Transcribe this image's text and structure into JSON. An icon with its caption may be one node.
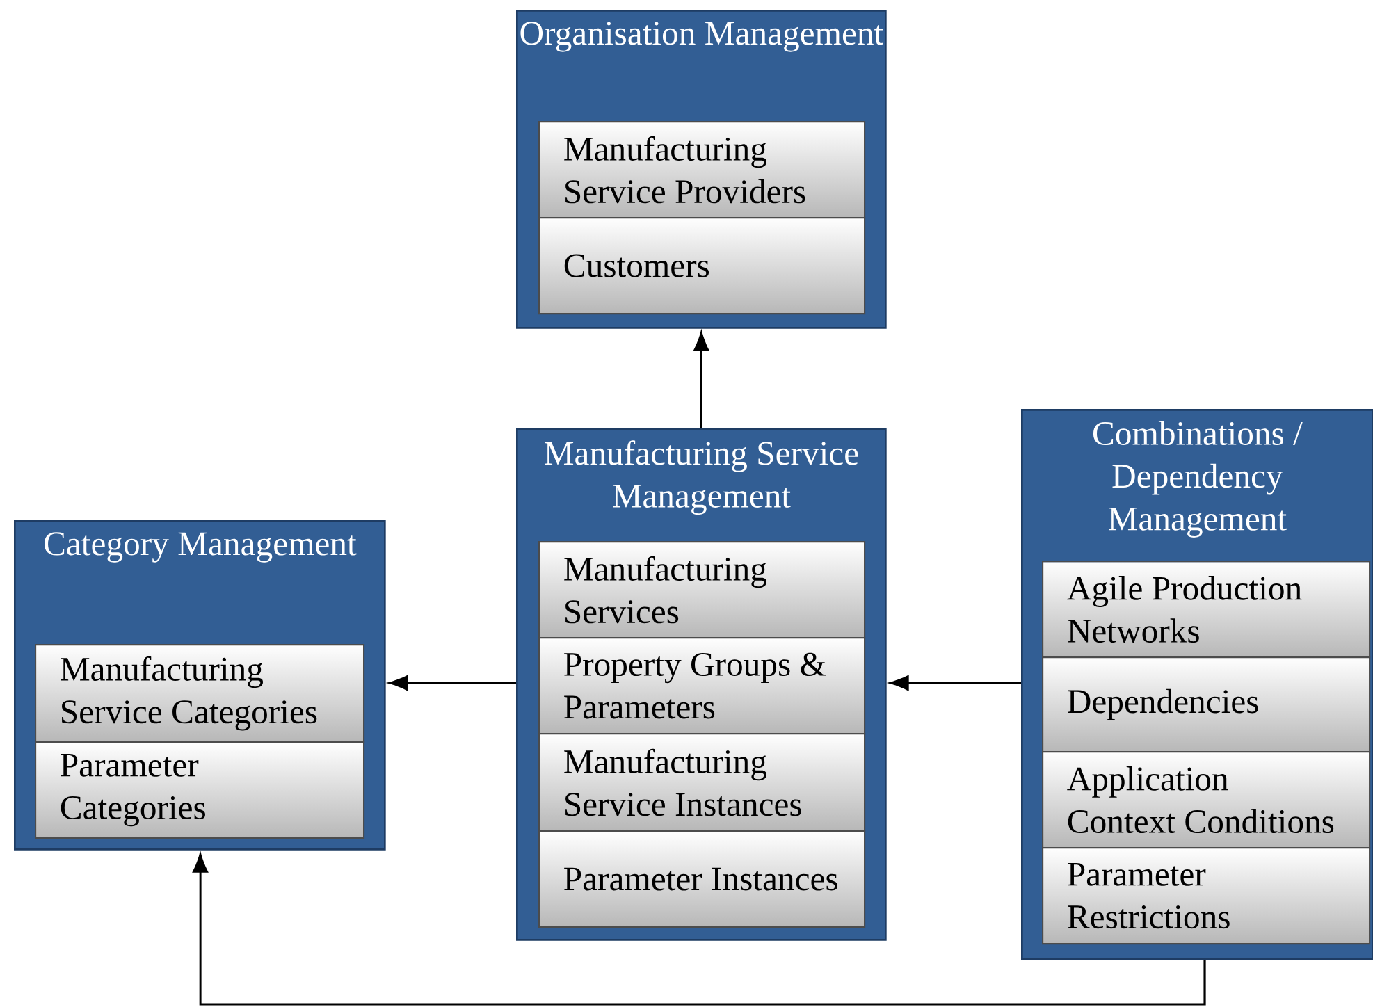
{
  "diagram": {
    "nodes": [
      {
        "text": [
          "Organisation Management"
        ]
      },
      {
        "text": [
          "Manufacturing Service Providers"
        ],
        "in": 0
      },
      {
        "text": [
          "Customers"
        ],
        "in": 0
      },
      {
        "text": [
          "Manufacturing Service Management"
        ]
      },
      {
        "text": [
          "Manufacturing Services"
        ],
        "in": 3
      },
      {
        "text": [
          "Property Groups & Parameters"
        ],
        "in": 3
      },
      {
        "text": [
          "Manufacturing Service Instances"
        ],
        "in": 3
      },
      {
        "text": [
          "Parameter Instances"
        ],
        "in": 3
      },
      {
        "text": [
          "Combinations / Dependency Management"
        ]
      },
      {
        "text": [
          "Agile Production Networks"
        ],
        "in": 8
      },
      {
        "text": [
          "Dependencies"
        ],
        "in": 8
      },
      {
        "text": [
          "Application Context Conditions"
        ],
        "in": 8
      },
      {
        "text": [
          "Parameter Restrictions"
        ],
        "in": 8
      },
      {
        "text": [
          "Category Management"
        ]
      },
      {
        "text": [
          "Manufacturing Service Categories"
        ],
        "in": 13
      },
      {
        "text": [
          "Parameter Categories"
        ],
        "in": 13
      }
    ],
    "edges": [
      {
        "from": 3,
        "to": 0,
        "arrow": "to"
      },
      {
        "from": 3,
        "to": 13,
        "arrow": "to"
      },
      {
        "from": 8,
        "to": 3,
        "arrow": "to"
      },
      {
        "from": 8,
        "to": 13,
        "arrow": "to"
      }
    ]
  }
}
